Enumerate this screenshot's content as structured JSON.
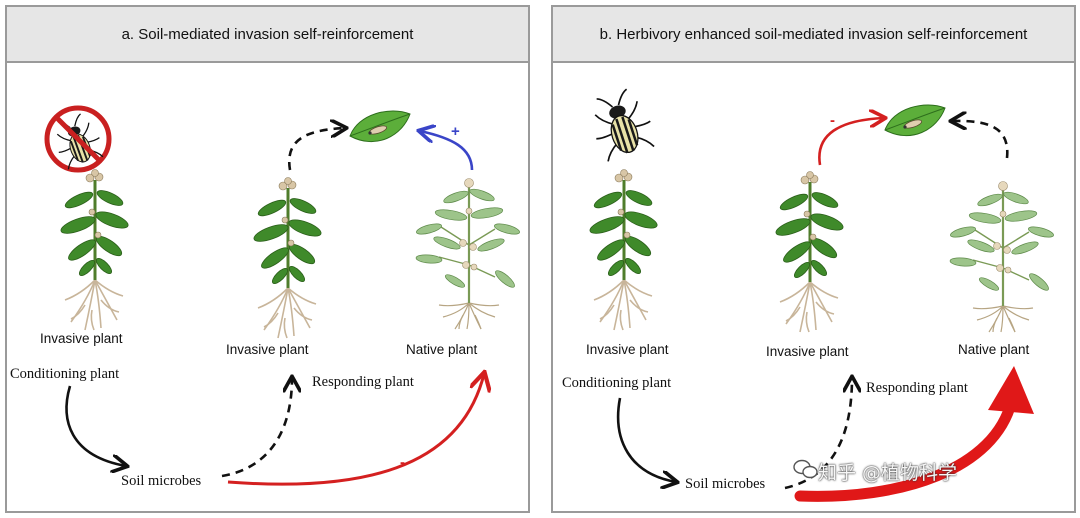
{
  "panel_a": {
    "title": "a. Soil-mediated invasion self-reinforcement",
    "conditioning_plant_label": "Invasive plant",
    "conditioning_role": "Conditioning  plant",
    "responder_invasive_label": "Invasive plant",
    "responder_native_label": "Native plant",
    "responding_role": "Responding plant",
    "soil_label": "Soil microbes",
    "herbivory_sign": "+",
    "soil_native_sign": "-"
  },
  "panel_b": {
    "title": "b. Herbivory enhanced soil-mediated invasion self-reinforcement",
    "conditioning_plant_label": "Invasive plant",
    "conditioning_role": "Conditioning  plant",
    "responder_invasive_label": "Invasive plant",
    "responder_native_label": "Native plant",
    "responding_role": "Responding plant",
    "soil_label": "Soil microbes",
    "herbivory_sign": "-"
  },
  "watermark": "知乎 @植物科学",
  "colors": {
    "negative": "#d42020",
    "positive": "#3a45c8",
    "neutral": "#111111",
    "leaf": "#3f8a2a",
    "native_leaf": "#8bb37a",
    "root": "#b9a68a"
  },
  "icons": [
    "beetle-icon",
    "no-herbivore-icon",
    "leaf-icon",
    "invasive-plant-icon",
    "native-plant-icon"
  ]
}
